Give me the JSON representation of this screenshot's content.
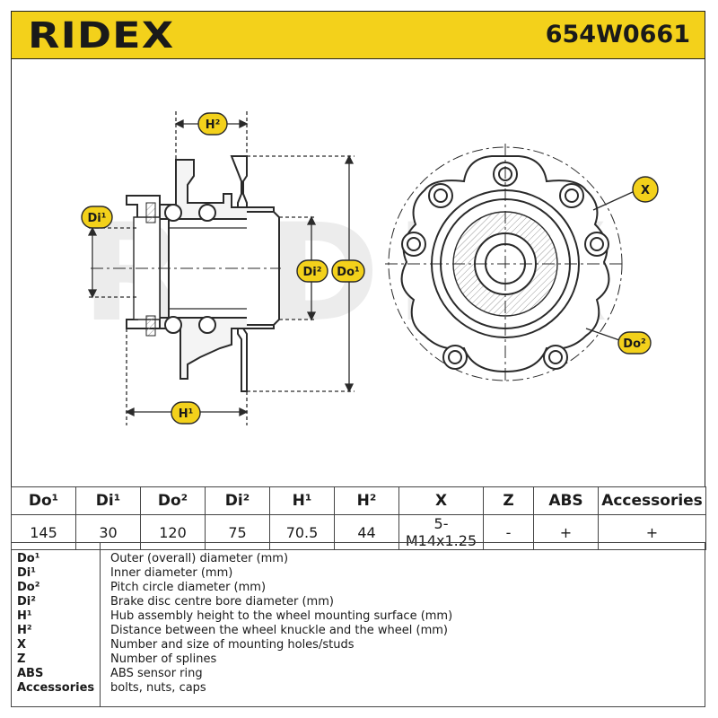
{
  "header": {
    "brand": "RIDEX",
    "part_number": "654W0661"
  },
  "drawing": {
    "watermark": "RIDEX",
    "labels": {
      "H2": "H²",
      "Di1": "Di¹",
      "Di2": "Di²",
      "Do1": "Do¹",
      "H1": "H¹",
      "X": "X",
      "Do2": "Do²"
    }
  },
  "spec_table": {
    "headers": [
      "Do¹",
      "Di¹",
      "Do²",
      "Di²",
      "H¹",
      "H²",
      "X",
      "Z",
      "ABS",
      "Accessories"
    ],
    "values": [
      "145",
      "30",
      "120",
      "75",
      "70.5",
      "44",
      "5-M14x1.25",
      "-",
      "+",
      "+"
    ]
  },
  "legend": [
    {
      "code": "Do¹",
      "desc": "Outer (overall) diameter (mm)"
    },
    {
      "code": "Di¹",
      "desc": "Inner diameter (mm)"
    },
    {
      "code": "Do²",
      "desc": "Pitch circle diameter (mm)"
    },
    {
      "code": "Di²",
      "desc": "Brake disc centre bore diameter (mm)"
    },
    {
      "code": "H¹",
      "desc": "Hub assembly height to the wheel mounting surface (mm)"
    },
    {
      "code": "H²",
      "desc": "Distance between the wheel knuckle and the wheel (mm)"
    },
    {
      "code": "X",
      "desc": "Number and size of mounting holes/studs"
    },
    {
      "code": "Z",
      "desc": "Number of splines"
    },
    {
      "code": "ABS",
      "desc": "ABS sensor ring"
    },
    {
      "code": "Accessories",
      "desc": "bolts, nuts, caps"
    }
  ],
  "colors": {
    "accent": "#f3d11b",
    "label_fill": "#f3d11b",
    "line": "#2a2a2a",
    "hatch": "#d8d8d8",
    "watermark": "#e6e6e6"
  }
}
